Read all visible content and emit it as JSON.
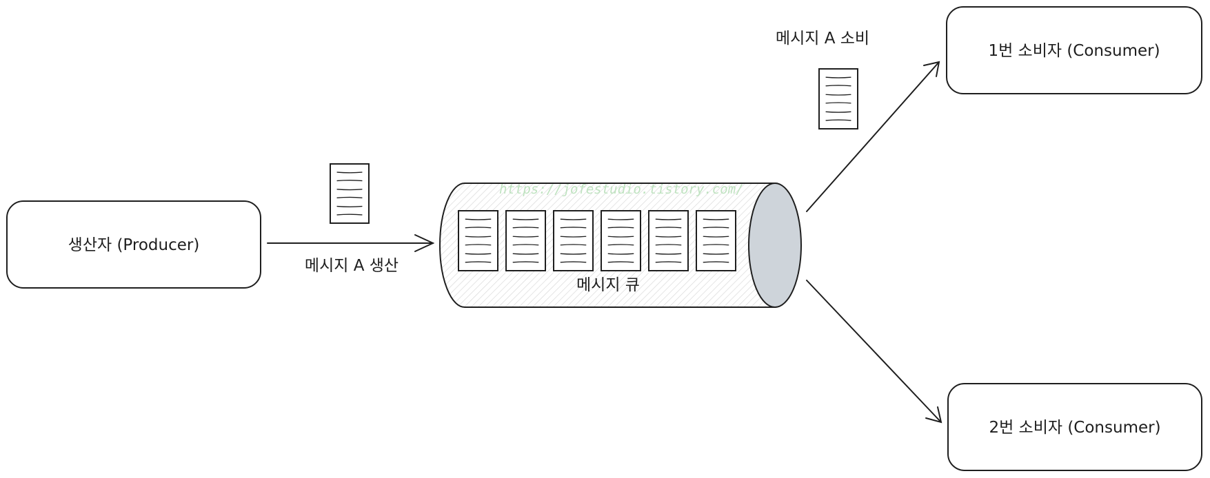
{
  "nodes": {
    "producer": "생산자 (Producer)",
    "consumer_1": "1번 소비자 (Consumer)",
    "consumer_2": "2번 소비자 (Consumer)"
  },
  "queue": {
    "label": "메시지 큐",
    "message_count": 6,
    "body_color": "#ffffff",
    "end_color": "#ced4da",
    "watermark": "https://jofestudio.tistory.com/"
  },
  "edges": {
    "produce_label": "메시지 A 생산",
    "consume_label": "메시지 A 소비"
  },
  "colors": {
    "stroke": "#1e1e1e",
    "watermark": "#bfe3c0",
    "hatch": "#d9d9d9"
  }
}
